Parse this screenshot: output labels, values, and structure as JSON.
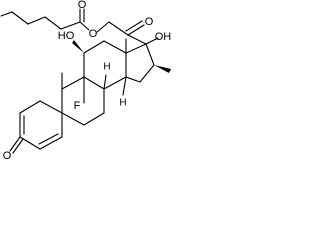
{
  "molecule": {
    "labels": {
      "ester_oxygen": "O",
      "hexanoyl_carbonyl_oxygen": "O",
      "c20_ketone_oxygen": "O",
      "c11_hydroxyl": "HO",
      "c17_hydroxyl": "OH",
      "fluorine": "F",
      "c9_hydrogen": "H",
      "c14_hydrogen": "H",
      "c3_ketone_oxygen": "O"
    }
  }
}
